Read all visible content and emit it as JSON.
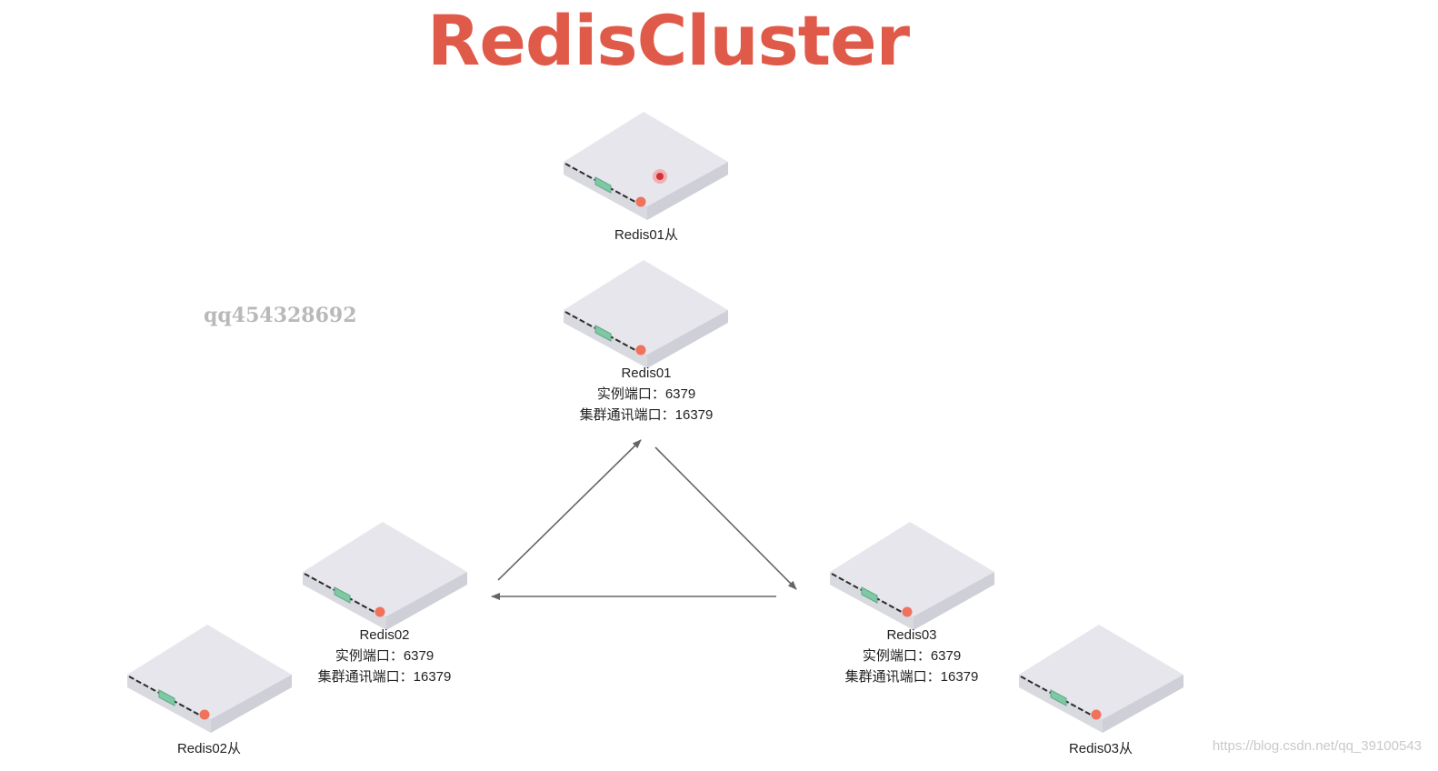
{
  "title": "RedisCluster",
  "watermark_qq": "qq454328692",
  "watermark_url": "https://blog.csdn.net/qq_39100543",
  "colors": {
    "title": "#e05a4a",
    "server_top": "#e6e6ec",
    "server_side": "#cfcfd8",
    "led": "#f0725c",
    "module": "#7fc8a4",
    "arrow": "#666666"
  },
  "nodes": {
    "redis01_slave": {
      "name": "Redis01从"
    },
    "redis01": {
      "name": "Redis01",
      "port_line": "实例端口：6379",
      "bus_line": "集群通讯端口：16379"
    },
    "redis02": {
      "name": "Redis02",
      "port_line": "实例端口：6379",
      "bus_line": "集群通讯端口：16379"
    },
    "redis03": {
      "name": "Redis03",
      "port_line": "实例端口：6379",
      "bus_line": "集群通讯端口：16379"
    },
    "redis02_slave": {
      "name": "Redis02从"
    },
    "redis03_slave": {
      "name": "Redis03从"
    }
  }
}
